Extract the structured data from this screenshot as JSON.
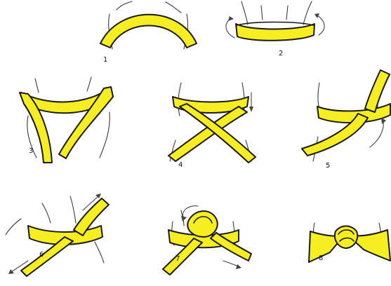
{
  "belt_color": "#f7ee22",
  "outline_color": "#1a1a1a",
  "steps": [
    {
      "number": "1"
    },
    {
      "number": "2"
    },
    {
      "number": "3"
    },
    {
      "number": "4"
    },
    {
      "number": "5"
    },
    {
      "number": "6"
    },
    {
      "number": "7"
    },
    {
      "number": "8"
    }
  ]
}
